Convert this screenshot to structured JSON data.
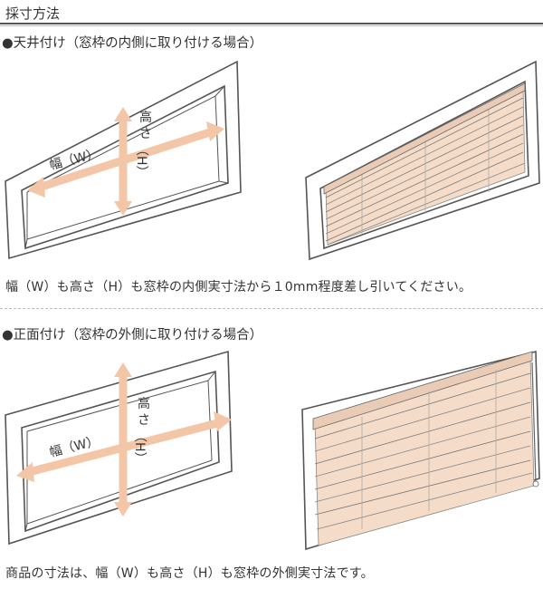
{
  "title": "採寸方法",
  "section1": {
    "heading": "●天井付け（窓枠の内側に取り付ける場合）",
    "width_label": "幅（W）",
    "height_label_1": "高",
    "height_label_2": "さ",
    "height_label_3": "（H）",
    "description": "幅（W）も高さ（H）も窓枠の内側実寸法から１0mm程度差し引いてください。"
  },
  "section2": {
    "heading": "●正面付け（窓枠の外側に取り付ける場合）",
    "width_label": "幅（W）",
    "height_label_1": "高",
    "height_label_2": "さ",
    "height_label_3": "（H）",
    "description": "商品の寸法は、幅（W）も高さ（H）も窓枠の外側実寸法です。"
  },
  "colors": {
    "arrow": "#f2c6a6",
    "blind": "#f5dcc9",
    "frame": "#555555"
  }
}
